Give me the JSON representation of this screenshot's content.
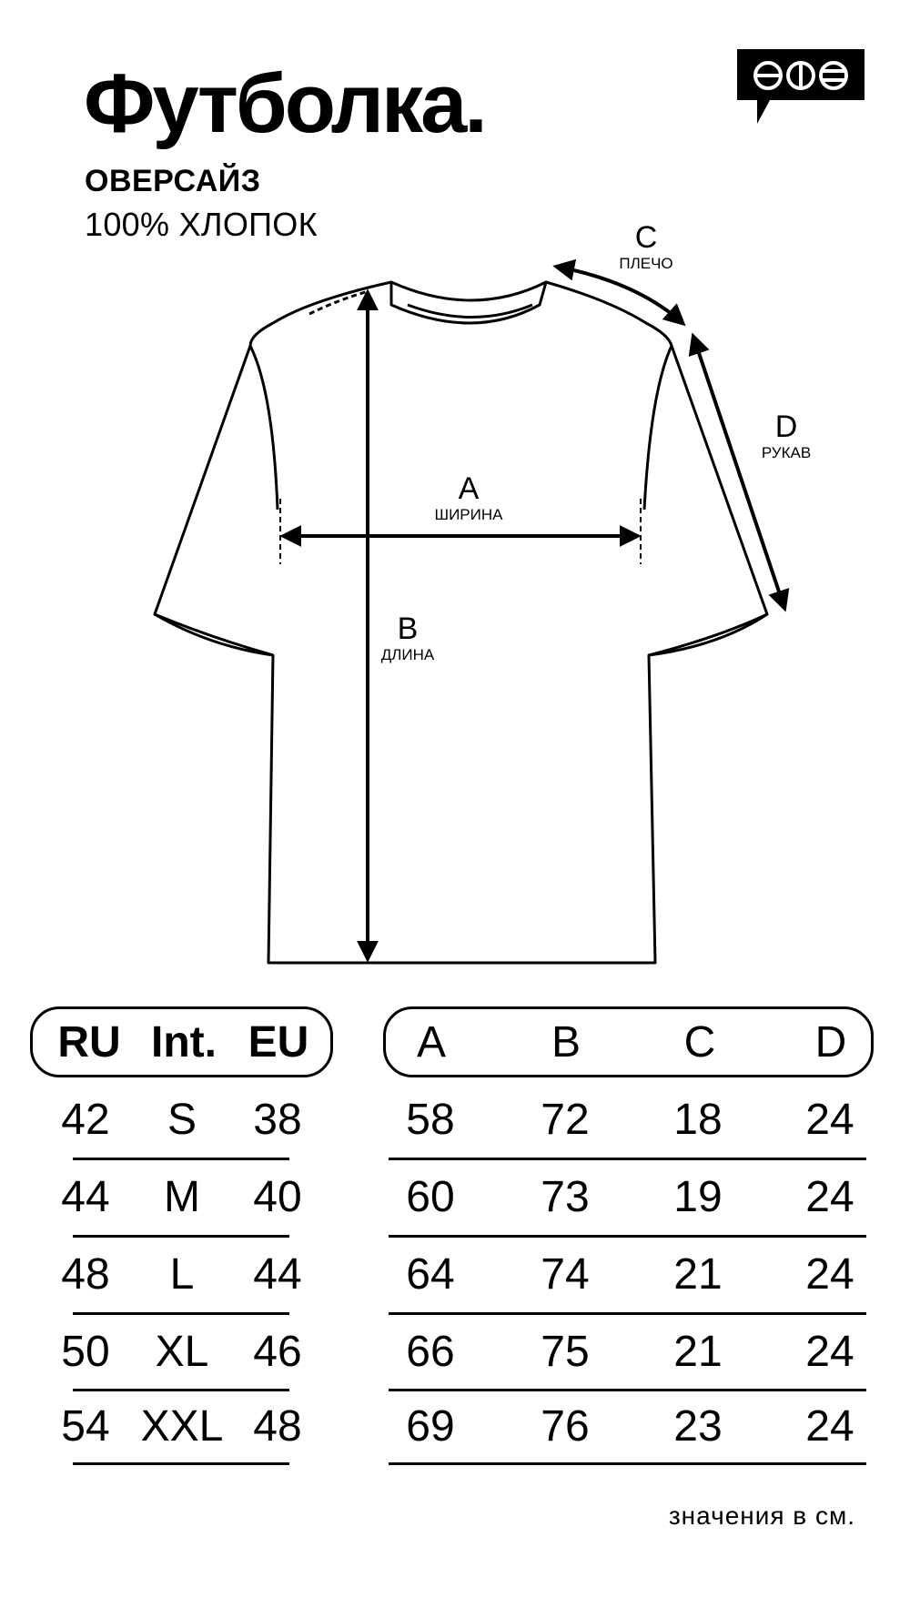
{
  "header": {
    "title": "Футболка.",
    "fit": "ОВЕРСАЙЗ",
    "material": "100% ХЛОПОК"
  },
  "logo": {
    "icon": "brand-logo-speech-bubble-icon"
  },
  "diagram": {
    "a_letter": "A",
    "a_label": "ШИРИНА",
    "b_letter": "B",
    "b_label": "ДЛИНА",
    "c_letter": "C",
    "c_label": "ПЛЕЧО",
    "d_letter": "D",
    "d_label": "РУКАВ"
  },
  "size_table": {
    "size_headers": [
      "RU",
      "Int.",
      "EU"
    ],
    "measure_headers": [
      "A",
      "B",
      "C",
      "D"
    ],
    "rows": [
      {
        "ru": "42",
        "int": "S",
        "eu": "38",
        "a": "58",
        "b": "72",
        "c": "18",
        "d": "24"
      },
      {
        "ru": "44",
        "int": "M",
        "eu": "40",
        "a": "60",
        "b": "73",
        "c": "19",
        "d": "24"
      },
      {
        "ru": "48",
        "int": "L",
        "eu": "44",
        "a": "64",
        "b": "74",
        "c": "21",
        "d": "24"
      },
      {
        "ru": "50",
        "int": "XL",
        "eu": "46",
        "a": "66",
        "b": "75",
        "c": "21",
        "d": "24"
      },
      {
        "ru": "54",
        "int": "XXL",
        "eu": "48",
        "a": "69",
        "b": "76",
        "c": "23",
        "d": "24"
      }
    ]
  },
  "footnote": "значения в см."
}
